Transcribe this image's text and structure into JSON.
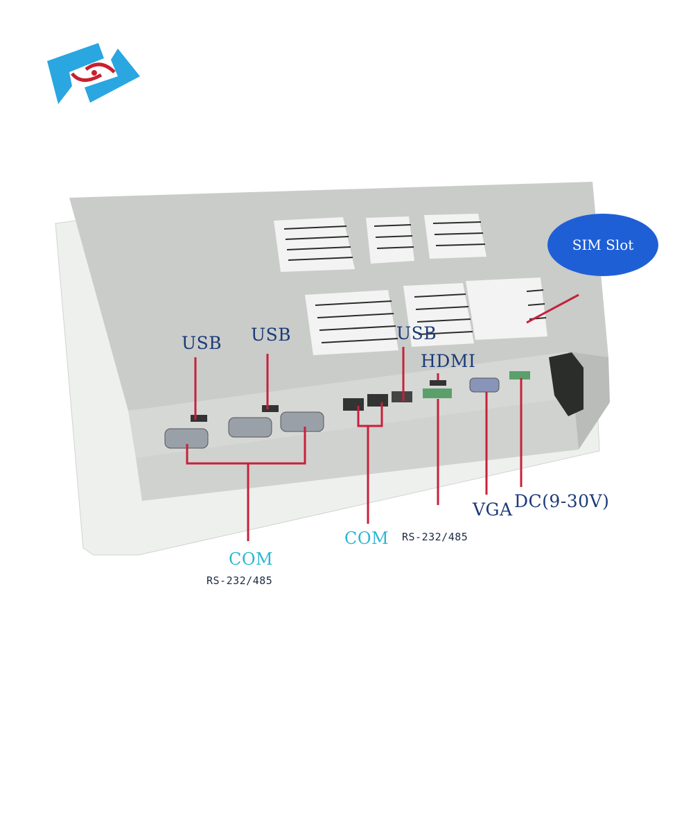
{
  "logo": {
    "name": "brand-logo",
    "colors": {
      "frame": "#2aa6e0",
      "eye": "#c8202e"
    }
  },
  "labels": {
    "usb_1": "USB",
    "usb_2": "USB",
    "usb_3": "USB",
    "hdmi": "HDMI",
    "vga": "VGA",
    "dc": "DC(9-30V)",
    "com_1": "COM",
    "com_1_sub": "RS-232/485",
    "com_2": "COM",
    "com_2_sub": "RS-232/485",
    "sim": "SIM Slot"
  },
  "colors": {
    "label_text": "#1c3a78",
    "com_text": "#2ab6d6",
    "callout_line": "#c8203a",
    "bubble": "#1f5fd6",
    "housing": "#c9ccc9"
  }
}
